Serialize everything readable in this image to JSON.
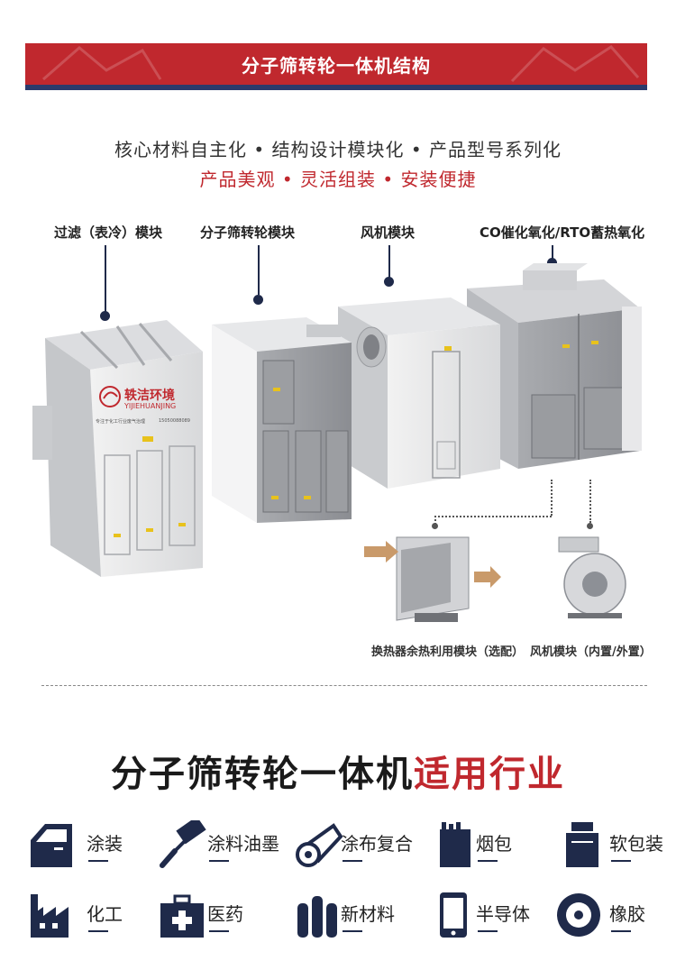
{
  "header": {
    "title": "分子筛转轮一体机结构"
  },
  "taglines": {
    "line1": "核心材料自主化 • 结构设计模块化 •  产品型号系列化",
    "line2": "产品美观  •  灵活组装  •  安装便捷"
  },
  "modules": [
    {
      "label": "过滤（表冷）模块"
    },
    {
      "label": "分子筛转轮模块"
    },
    {
      "label": "风机模块"
    },
    {
      "label": "CO催化氧化/RTO蓄热氧化"
    }
  ],
  "brand": {
    "name_cn": "轶洁环境",
    "name_en": "YIJIEHUANJING",
    "slogan": "专注于化工行业废气治理",
    "phone": "15050088089"
  },
  "sub_modules": [
    {
      "caption": "换热器余热利用模块（选配）"
    },
    {
      "caption": "风机模块（内置/外置）"
    }
  ],
  "industry_section": {
    "title_part1": "分子筛转轮一体机",
    "title_part2": "适用行业",
    "items": [
      {
        "label": "涂装",
        "icon": "car-door-icon"
      },
      {
        "label": "涂料油墨",
        "icon": "paint-roller-icon"
      },
      {
        "label": "涂布复合",
        "icon": "coating-roll-icon"
      },
      {
        "label": "烟包",
        "icon": "cigarette-pack-icon"
      },
      {
        "label": "软包装",
        "icon": "soft-package-icon"
      },
      {
        "label": "化工",
        "icon": "factory-icon"
      },
      {
        "label": "医药",
        "icon": "medical-kit-icon"
      },
      {
        "label": "新材料",
        "icon": "pipes-icon"
      },
      {
        "label": "半导体",
        "icon": "mobile-device-icon"
      },
      {
        "label": "橡胶",
        "icon": "tire-icon"
      }
    ]
  },
  "colors": {
    "brand_red": "#c0282e",
    "navy": "#1f2a4a",
    "steel": "#8d9096"
  }
}
